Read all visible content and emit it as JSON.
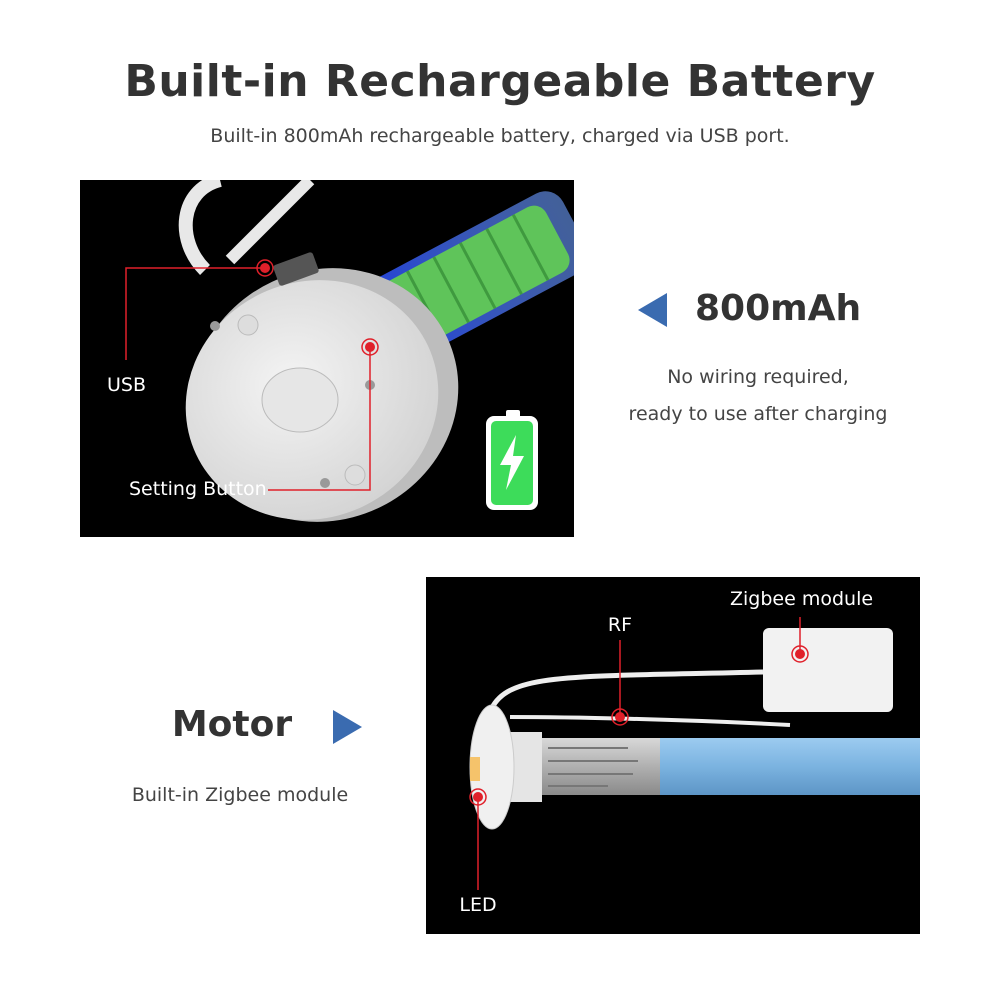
{
  "header": {
    "title": "Built-in Rechargeable Battery",
    "subtitle": "Built-in 800mAh rechargeable battery, charged via USB port."
  },
  "battery_section": {
    "callouts": {
      "usb": "USB",
      "setting_button": "Setting Button"
    },
    "capacity": "800mAh",
    "description_lines": [
      "No wiring required,",
      "ready to use after charging"
    ],
    "battery_icon_color": "#3ddc5a"
  },
  "motor_section": {
    "title": "Motor",
    "description": "Built-in Zigbee module",
    "callouts": {
      "zigbee": "Zigbee module",
      "rf": "RF",
      "led": "LED"
    },
    "tube_color": "#7bb3e0"
  },
  "colors": {
    "accent_arrow": "#3a6bb0",
    "callout": "#e0202a",
    "text": "#333333"
  }
}
